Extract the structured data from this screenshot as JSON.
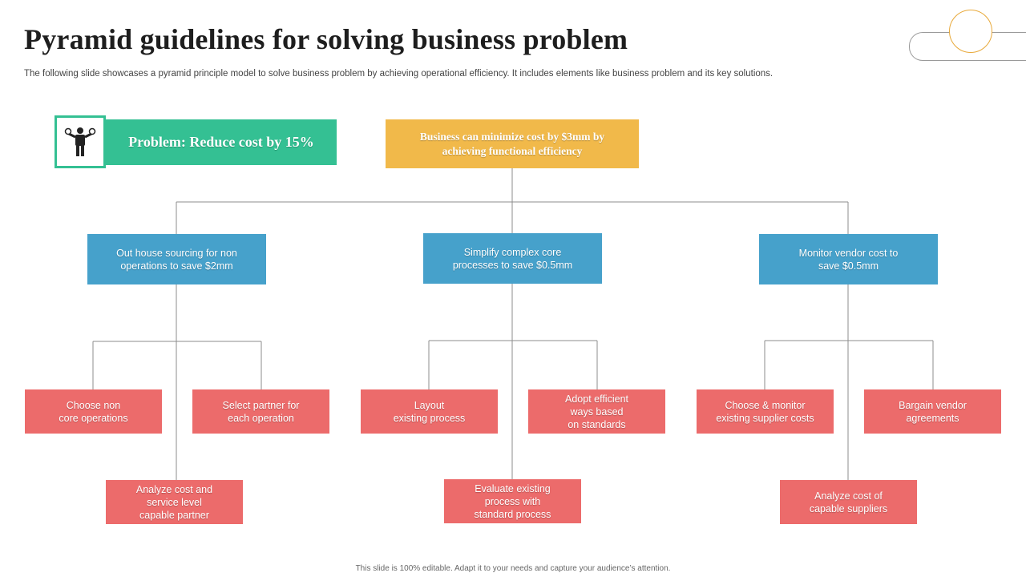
{
  "slide": {
    "title": "Pyramid guidelines for solving business problem",
    "subtitle": "The following slide showcases a pyramid principle model to solve business problem by achieving operational efficiency. It includes elements like business problem and its key solutions.",
    "footer": "This slide is 100% editable. Adapt it to your needs and capture your audience’s attention."
  },
  "problem": {
    "label": "Problem: Reduce cost by 15%",
    "icon": "person-balance-icon",
    "accent_color": "#34c093"
  },
  "top_goal": "Business can minimize cost by $3mm by\nachieving functional efficiency",
  "branches": [
    {
      "label": "Out house sourcing for non\noperations to save $2mm",
      "actions": [
        "Choose non\ncore operations",
        "Select partner for\neach operation",
        "Analyze cost and\nservice level\ncapable partner"
      ]
    },
    {
      "label": "Simplify complex core\nprocesses  to save $0.5mm",
      "actions": [
        "Layout\nexisting process",
        "Adopt efficient\nways based\non standards",
        "Evaluate existing\nprocess with\nstandard process"
      ]
    },
    {
      "label": "Monitor vendor  cost to\nsave $0.5mm",
      "actions": [
        "Choose & monitor\nexisting supplier costs",
        "Bargain vendor\nagreements",
        "Analyze cost of\ncapable suppliers"
      ]
    }
  ],
  "colors": {
    "goal": "#f1b94a",
    "branch": "#46a1cb",
    "action": "#ec6b6b",
    "connector": "#8c8c8c"
  }
}
